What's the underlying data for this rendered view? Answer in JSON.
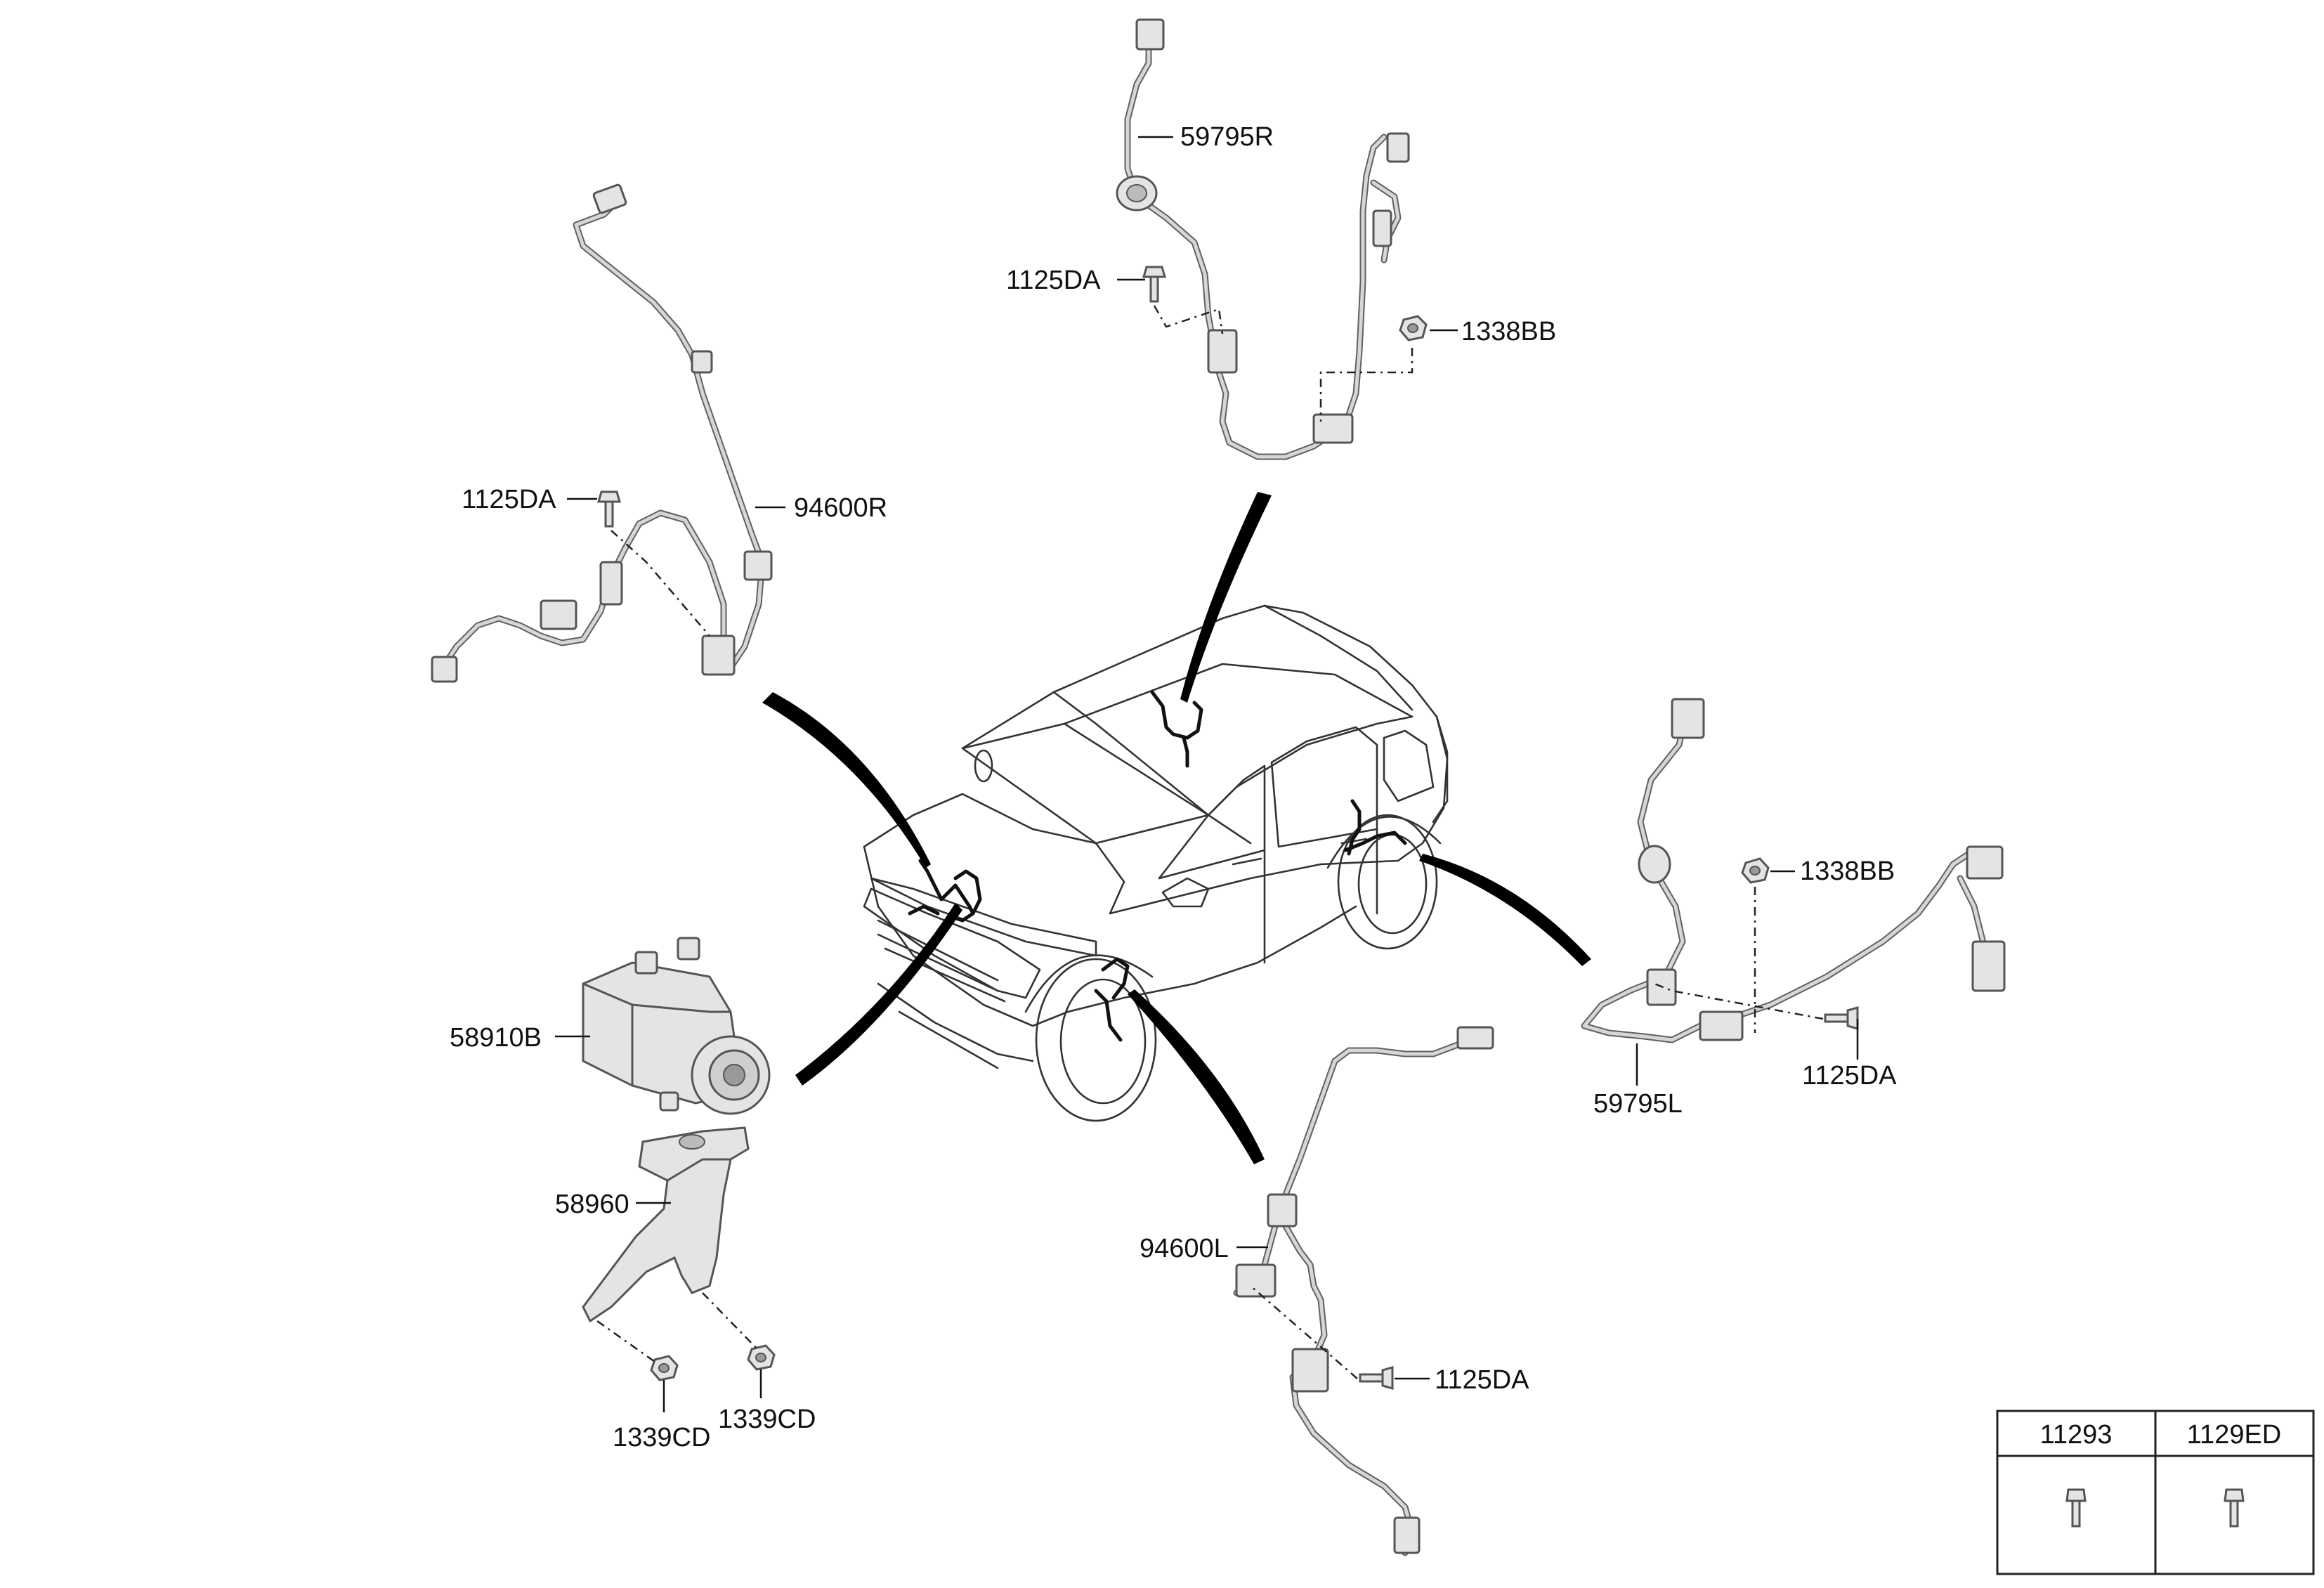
{
  "labels": {
    "rear_right_sensor": "59795R",
    "rear_right_bolt": "1125DA",
    "rear_right_nut": "1338BB",
    "front_right_bolt": "1125DA",
    "front_right_sensor": "94600R",
    "rear_left_nut": "1338BB",
    "rear_left_bolt": "1125DA",
    "rear_left_sensor": "59795L",
    "abs_module": "58910B",
    "abs_bracket": "58960",
    "bracket_nut_left": "1339CD",
    "bracket_nut_right": "1339CD",
    "front_left_sensor": "94600L",
    "front_left_bolt": "1125DA"
  },
  "table": {
    "headers": [
      "11293",
      "1129ED"
    ],
    "icons": [
      "bolt-icon",
      "bolt-icon"
    ]
  },
  "colors": {
    "part_fill": "#e4e4e4",
    "outline": "#555555",
    "swoosh": "#000000"
  }
}
